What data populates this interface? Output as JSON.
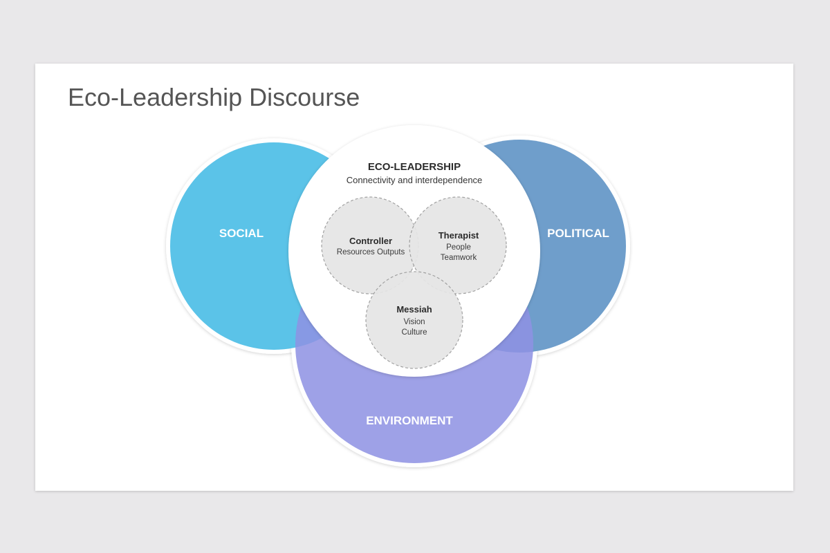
{
  "title": "Eco-Leadership Discourse",
  "colors": {
    "background": "#e9e8ea",
    "slide": "#ffffff",
    "social": "#5bc3e8",
    "political": "#6f9ecb",
    "environment": "#8e92e3",
    "inner_circle_fill": "#e6e6e6",
    "inner_circle_stroke": "#9a9a9a"
  },
  "outer": {
    "social": "SOCIAL",
    "political": "POLITICAL",
    "environment": "ENVIRONMENT"
  },
  "center": {
    "title": "ECO-LEADERSHIP",
    "subtitle": "Connectivity and interdependence"
  },
  "inner": {
    "controller": {
      "title": "Controller",
      "line1": "Resources Outputs"
    },
    "therapist": {
      "title": "Therapist",
      "line1": "People",
      "line2": "Teamwork"
    },
    "messiah": {
      "title": "Messiah",
      "line1": "Vision",
      "line2": "Culture"
    }
  }
}
